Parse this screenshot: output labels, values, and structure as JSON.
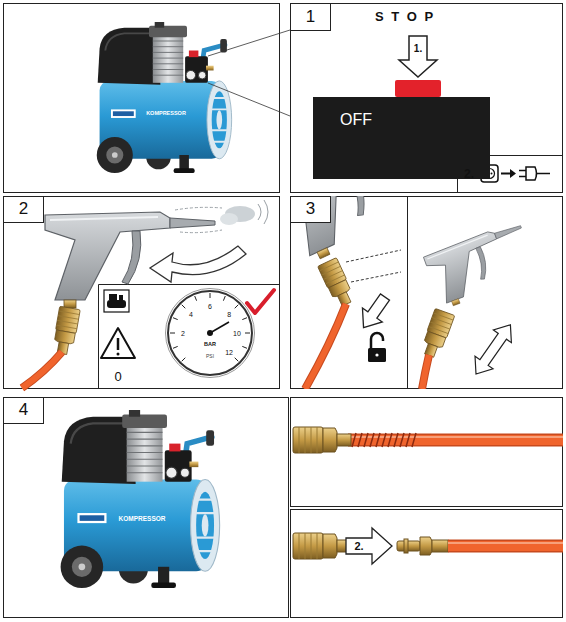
{
  "diagram": {
    "nodes": [
      {
        "text": [
          "1"
        ]
      },
      {
        "text": [
          "OFF"
        ]
      },
      {
        "text": [
          "2"
        ]
      },
      {
        "text": [
          "3"
        ]
      },
      {
        "text": [
          "4"
        ]
      }
    ],
    "labels": [
      "KOMPRESSOR",
      "S T O P",
      "1.",
      "2.",
      "2",
      "4",
      "6",
      "8",
      "10",
      "12",
      "BAR",
      "PSI",
      "0",
      "KOMPRESSOR",
      "2."
    ]
  }
}
